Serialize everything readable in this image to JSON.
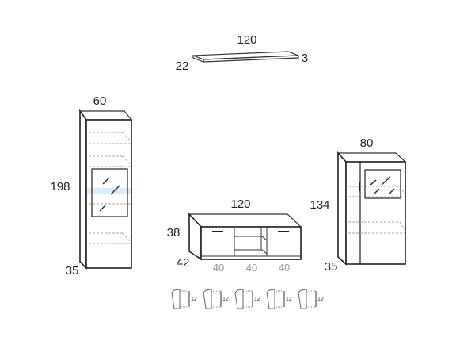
{
  "shelf": {
    "width": "120",
    "depth": "22",
    "thickness": "3"
  },
  "tall_cabinet": {
    "width": "60",
    "height": "198",
    "depth": "35"
  },
  "tv_unit": {
    "width": "120",
    "height": "38",
    "depth": "42",
    "sections": [
      "40",
      "40",
      "40"
    ]
  },
  "vitrine": {
    "width": "80",
    "height": "134",
    "depth": "35"
  },
  "feet": {
    "height_labels": [
      "12",
      "12",
      "12",
      "12",
      "12"
    ]
  }
}
